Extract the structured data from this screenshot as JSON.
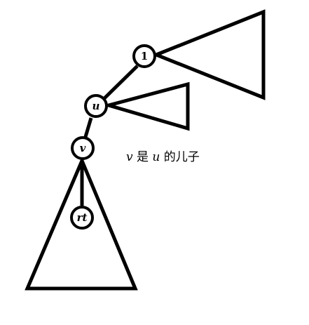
{
  "nodes": {
    "root": {
      "label": "1"
    },
    "u": {
      "label": "u"
    },
    "v": {
      "label": "v"
    },
    "rt": {
      "label": "rt"
    }
  },
  "caption": {
    "var_v": "v",
    "text_is": "是",
    "var_u": "u",
    "text_rest": "的儿子"
  },
  "colors": {
    "line": "#000000",
    "background": "#ffffff"
  }
}
